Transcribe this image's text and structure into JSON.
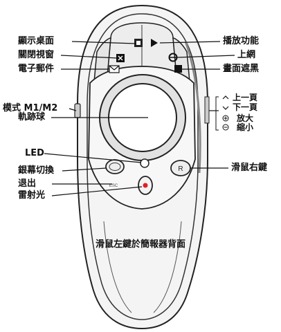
{
  "labels": {
    "show_desktop": "顯示桌面",
    "close_window": "關閉視窗",
    "email": "電子郵件",
    "mode": "模式 M1/M2",
    "trackball": "軌跡球",
    "led": "LED",
    "screen_switch": "銀幕切換",
    "exit": "退出",
    "laser": "雷射光",
    "play": "播放功能",
    "web": "上網",
    "blackout": "畫面遮黑",
    "page_up": "上一頁",
    "page_down": "下一頁",
    "zoom_in": "放大",
    "zoom_out": "縮小",
    "right_click": "滑鼠右鍵",
    "left_click_note": "滑鼠左鍵於簡報器背面"
  },
  "device": {
    "side_button_text": "R",
    "esc_text": "ESC"
  }
}
